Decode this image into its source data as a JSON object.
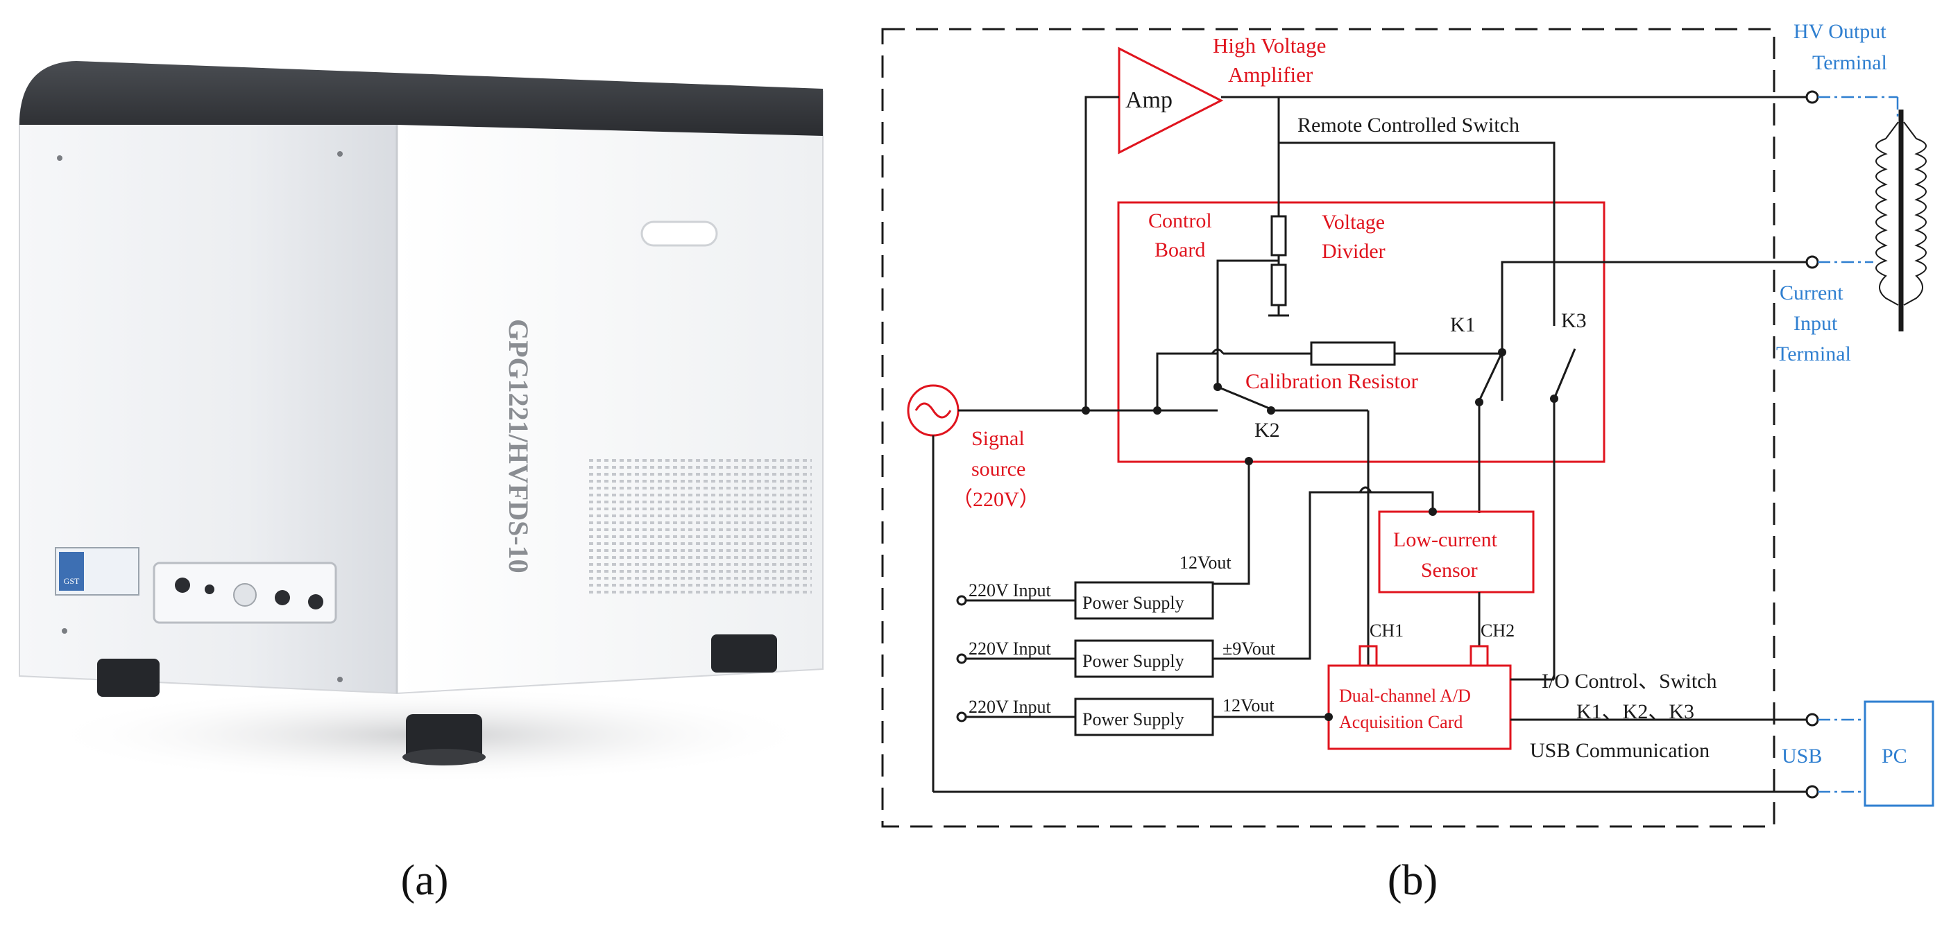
{
  "panel_a": {
    "caption": "(a)",
    "device_model_text": "GPG1221/HVFDS-10",
    "front_panel_logo": "GST"
  },
  "panel_b": {
    "caption": "(b)",
    "labels": {
      "amp": "Amp",
      "hv_amplifier_line1": "High Voltage",
      "hv_amplifier_line2": "Amplifier",
      "hv_output_line1": "HV Output",
      "hv_output_line2": "Terminal",
      "remote_switch": "Remote Controlled Switch",
      "control_board_line1": "Control",
      "control_board_line2": "Board",
      "voltage_divider_line1": "Voltage",
      "voltage_divider_line2": "Divider",
      "current_input_line1": "Current",
      "current_input_line2": "Input",
      "current_input_line3": "Terminal",
      "k1": "K1",
      "k2": "K2",
      "k3": "K3",
      "calibration_resistor": "Calibration Resistor",
      "signal_source_line1": "Signal",
      "signal_source_line2": "source",
      "signal_source_line3": "（220V）",
      "low_current_line1": "Low-current",
      "low_current_line2": "Sensor",
      "vout_12_top": "12Vout",
      "vout_9": "±9Vout",
      "vout_12_bottom": "12Vout",
      "input_220_1": "220V Input",
      "input_220_2": "220V Input",
      "input_220_3": "220V Input",
      "power_supply_1": "Power Supply",
      "power_supply_2": "Power Supply",
      "power_supply_3": "Power Supply",
      "ch1": "CH1",
      "ch2": "CH2",
      "ad_card_line1": "Dual-channel A/D",
      "ad_card_line2": "Acquisition Card",
      "io_control": "I/O Control、Switch",
      "k_list": "K1、K2、K3",
      "usb_comm": "USB Communication",
      "usb": "USB",
      "pc": "PC"
    },
    "colors": {
      "red": "#e0141e",
      "blue": "#2f7fd0",
      "black": "#1a1a1a"
    }
  }
}
